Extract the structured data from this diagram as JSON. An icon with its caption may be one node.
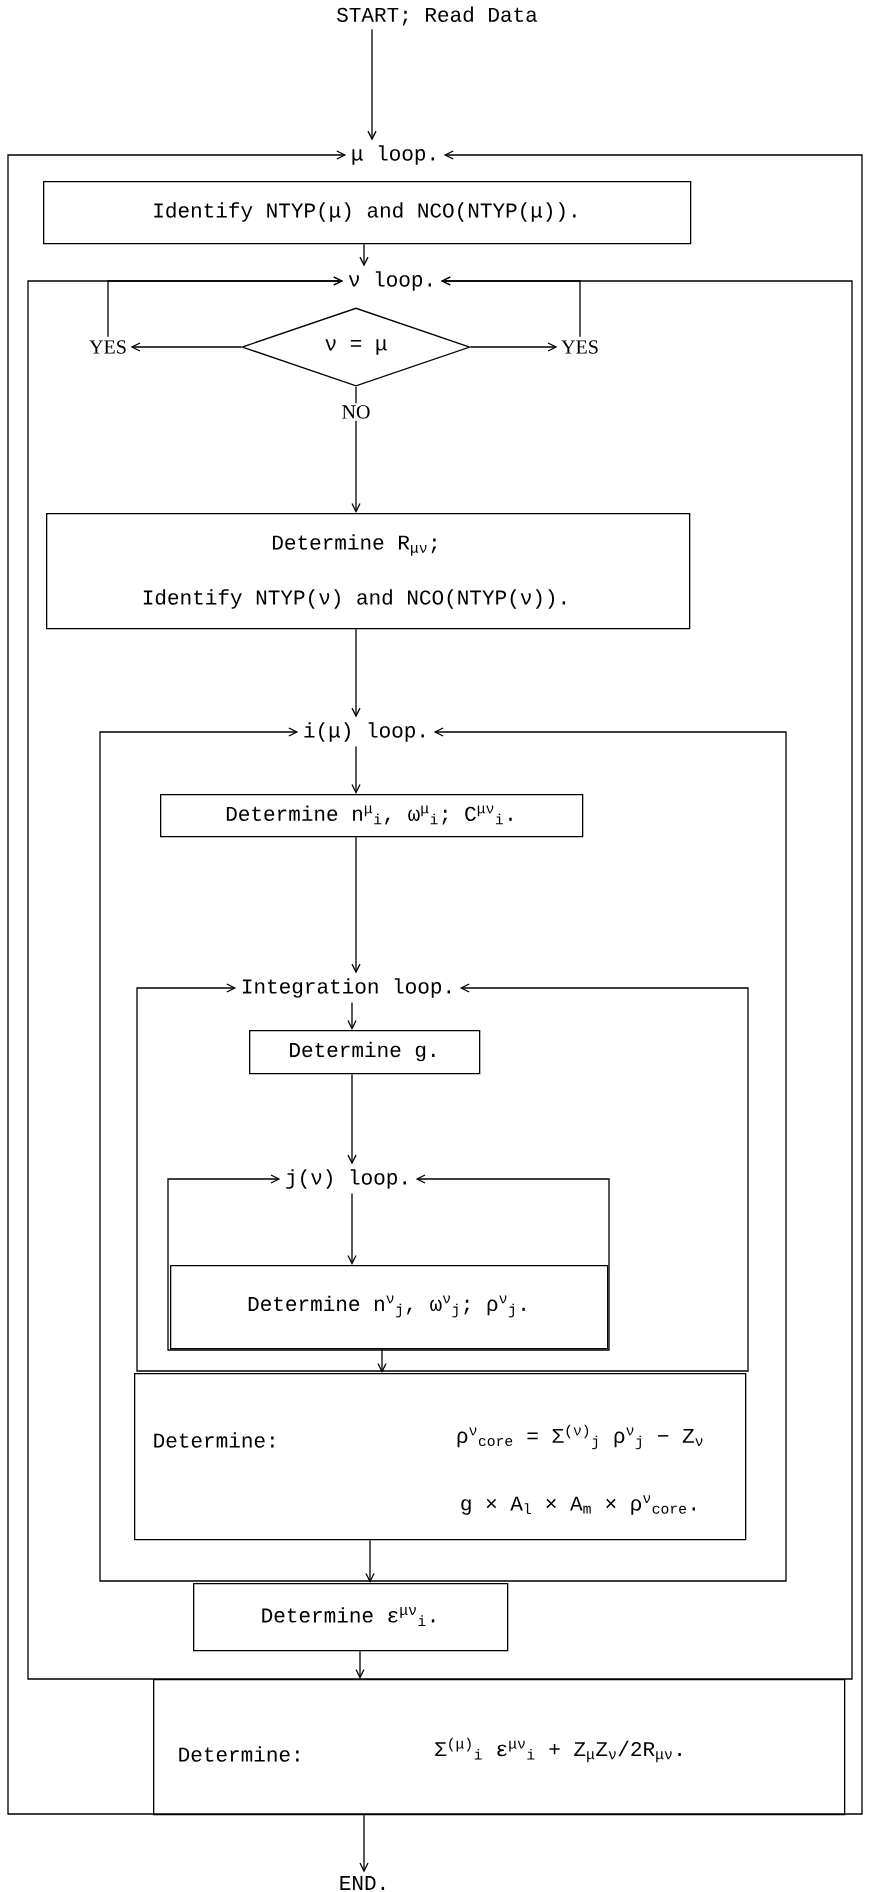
{
  "diagram": {
    "nodes": [
      {
        "text": [
          "START; Read Data"
        ]
      },
      {
        "text": [
          "μ loop."
        ]
      },
      {
        "text": [
          "Identify NTYP(μ) and NCO(NTYP(μ))."
        ],
        "in": 1
      },
      {
        "text": [
          "ν loop."
        ],
        "in": 1
      },
      {
        "text": [
          "ν = μ"
        ],
        "in": 3
      },
      {
        "text": [
          "YES"
        ],
        "in": 3
      },
      {
        "text": [
          "YES"
        ],
        "in": 3
      },
      {
        "text": [
          "Determine R$_{μν}$;",
          "Identify NTYP(ν) and NCO(NTYP(ν))."
        ],
        "in": 3
      },
      {
        "text": [
          "i(μ) loop."
        ],
        "in": 3
      },
      {
        "text": [
          "Determine n$^{μ}$$_{i}$, ω$^{μ}$$_{i}$; C$^{μν}$$_{i}$."
        ],
        "in": 8
      },
      {
        "text": [
          "Integration loop."
        ],
        "in": 8
      },
      {
        "text": [
          "Determine g."
        ],
        "in": 10
      },
      {
        "text": [
          "j(ν) loop."
        ],
        "in": 10
      },
      {
        "text": [
          "Determine n$^{ν}$$_{j}$, ω$^{ν}$$_{j}$; ρ$^{ν}$$_{j}$."
        ],
        "in": 12
      },
      {
        "text": [
          "Determine:",
          "ρ$^{ν}$$_{core}$ = Σ$^{(ν)}$$_{j}$ ρ$^{ν}$$_{j}$ − Z$_{ν}$",
          "g × A$_{l}$ × A$_{m}$ × ρ$^{ν}$$_{core}$."
        ],
        "in": 8
      },
      {
        "text": [
          "Determine ε$^{μν}$$_{i}$."
        ],
        "in": 3
      },
      {
        "text": [
          "Determine:",
          "Σ$^{(μ)}$$_{i}$ ε$^{μν}$$_{i}$ + Z$_{μ}$Z$_{ν}$/2R$_{μν}$."
        ],
        "in": 1
      },
      {
        "text": [
          "END."
        ]
      }
    ],
    "edges": [
      {
        "from": 0,
        "to": 1,
        "arrow": "to"
      },
      {
        "from": 2,
        "to": 3,
        "arrow": "to"
      },
      {
        "from": 4,
        "to": 5,
        "arrow": "to"
      },
      {
        "from": 4,
        "to": 6,
        "arrow": "to"
      },
      {
        "from": 5,
        "to": 3,
        "arrow": "to"
      },
      {
        "from": 6,
        "to": 3,
        "arrow": "to"
      },
      {
        "from": 4,
        "to": 7,
        "arrow": "to",
        "label": "NO"
      },
      {
        "from": 7,
        "to": 8,
        "arrow": "to"
      },
      {
        "from": 8,
        "to": 9,
        "arrow": "to"
      },
      {
        "from": 9,
        "to": 10,
        "arrow": "to"
      },
      {
        "from": 10,
        "to": 11,
        "arrow": "to"
      },
      {
        "from": 11,
        "to": 12,
        "arrow": "to"
      },
      {
        "from": 12,
        "to": 13,
        "arrow": "to"
      },
      {
        "from": 13,
        "to": 14,
        "arrow": "to"
      },
      {
        "from": 14,
        "to": 15,
        "arrow": "to"
      },
      {
        "from": 15,
        "to": 16,
        "arrow": "to"
      },
      {
        "from": 16,
        "to": 17,
        "arrow": "to"
      }
    ]
  }
}
